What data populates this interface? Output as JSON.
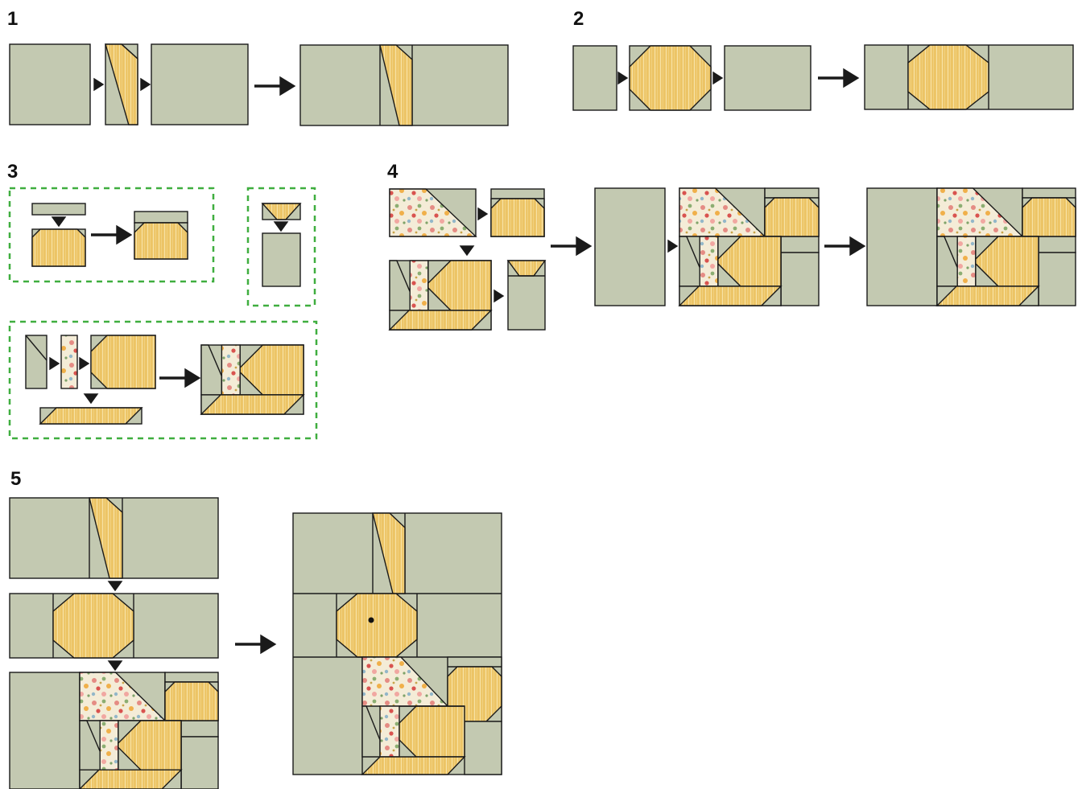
{
  "steps": [
    {
      "number": "1"
    },
    {
      "number": "2"
    },
    {
      "number": "3"
    },
    {
      "number": "4"
    },
    {
      "number": "5"
    }
  ],
  "colors": {
    "background_fabric": "#c3c9b1",
    "yellow_fabric": "#ecc465",
    "yellow_stripe": "#f7e2a4",
    "floral_base": "#f4ecd7",
    "outline": "#1a1a1a",
    "group_border": "#3fae3f",
    "arrow": "#1a1a1a"
  },
  "icons": {
    "flow_arrow": "right-arrow-icon",
    "join_marker": "triangle-pointer-icon"
  }
}
